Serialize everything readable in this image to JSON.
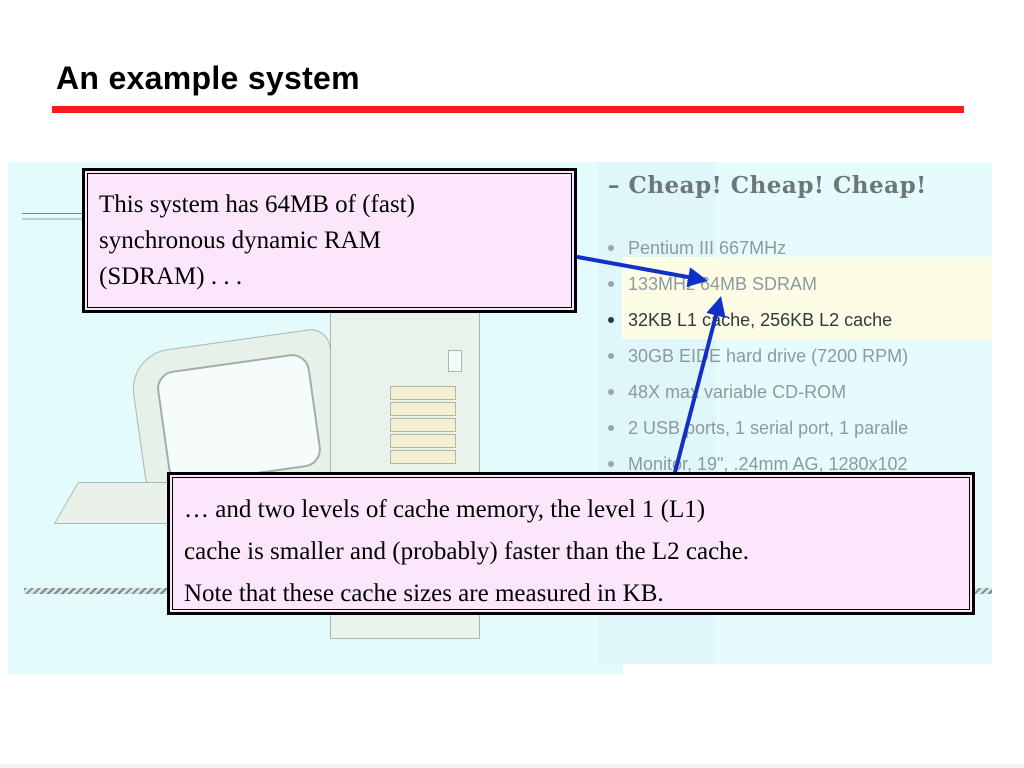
{
  "slide": {
    "title": "An example system"
  },
  "screenshot": {
    "heading": "– Cheap!  Cheap!  Cheap!",
    "specs": [
      {
        "text": "Pentium III 667MHz",
        "emphasis": false
      },
      {
        "text": "133MHz 64MB SDRAM",
        "emphasis": false
      },
      {
        "text": "32KB L1 cache, 256KB L2 cache",
        "emphasis": true
      },
      {
        "text": "30GB EIDE hard drive (7200 RPM)",
        "emphasis": false
      },
      {
        "text": "48X max variable CD-ROM",
        "emphasis": false
      },
      {
        "text": "2 USB ports, 1 serial port, 1 paralle",
        "emphasis": false
      },
      {
        "text": "Monitor, 19\", .24mm AG, 1280x102",
        "emphasis": false
      }
    ]
  },
  "callouts": {
    "ram": {
      "lines": [
        "This system has 64MB of (fast)",
        "synchronous dynamic RAM",
        "(SDRAM) . . ."
      ]
    },
    "cache": {
      "lines": [
        "… and two levels of cache memory, the level 1 (L1)",
        "cache is smaller and (probably) faster than the L2 cache.",
        "Note that these cache sizes are measured in KB."
      ]
    }
  },
  "colors": {
    "title_rule": "#ff1a1a",
    "arrow": "#1030c8",
    "callout_fill": "#fbe6fb"
  }
}
